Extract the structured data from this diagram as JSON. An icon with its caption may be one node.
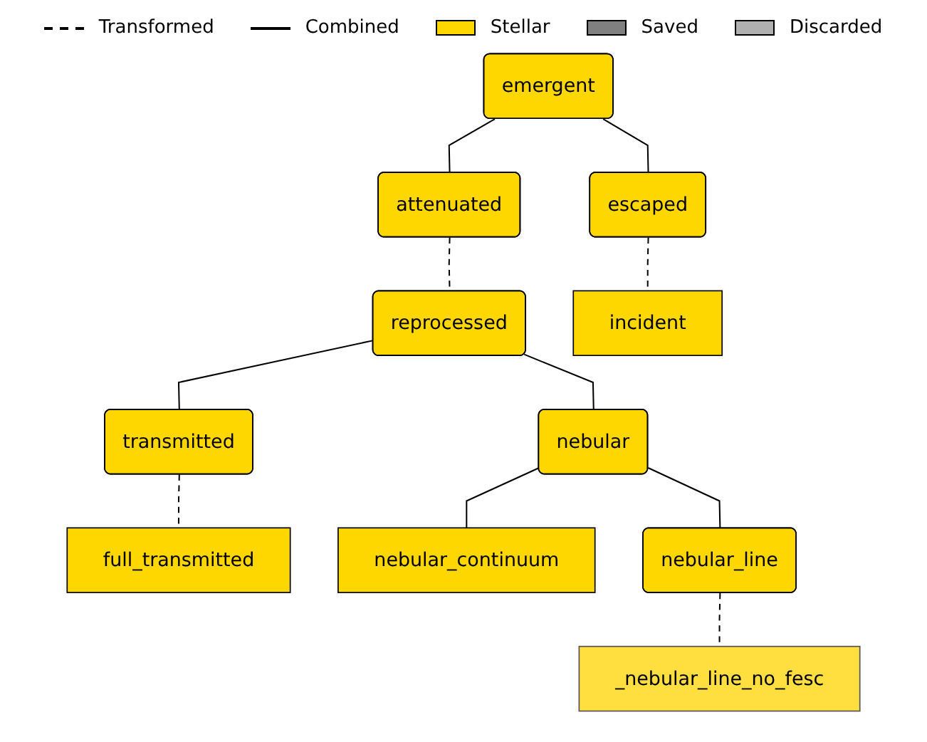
{
  "diagram": {
    "nodes": [
      {
        "text": [
          "emergent"
        ]
      },
      {
        "text": [
          "attenuated"
        ]
      },
      {
        "text": [
          "escaped"
        ]
      },
      {
        "text": [
          "reprocessed"
        ]
      },
      {
        "text": [
          "incident"
        ]
      },
      {
        "text": [
          "transmitted"
        ]
      },
      {
        "text": [
          "nebular"
        ]
      },
      {
        "text": [
          "full_transmitted"
        ]
      },
      {
        "text": [
          "nebular_continuum"
        ]
      },
      {
        "text": [
          "nebular_line"
        ]
      },
      {
        "text": [
          "_nebular_line_no_fesc"
        ]
      }
    ],
    "edges": [
      {
        "from": 0,
        "to": 1,
        "arrow": "none"
      },
      {
        "from": 0,
        "to": 2,
        "arrow": "none"
      },
      {
        "from": 1,
        "to": 3,
        "arrow": "none",
        "style": "dashed"
      },
      {
        "from": 2,
        "to": 4,
        "arrow": "none",
        "style": "dashed"
      },
      {
        "from": 3,
        "to": 5,
        "arrow": "none"
      },
      {
        "from": 3,
        "to": 6,
        "arrow": "none"
      },
      {
        "from": 5,
        "to": 7,
        "arrow": "none",
        "style": "dashed"
      },
      {
        "from": 6,
        "to": 8,
        "arrow": "none"
      },
      {
        "from": 6,
        "to": 9,
        "arrow": "none"
      },
      {
        "from": 9,
        "to": 10,
        "arrow": "none",
        "style": "dashed"
      }
    ],
    "legend": [
      {
        "text": "Transformed"
      },
      {
        "text": "Combined"
      },
      {
        "text": "Stellar",
        "color": "#ffd700"
      },
      {
        "text": "Saved",
        "color": "#808080"
      },
      {
        "text": "Discarded",
        "color": "#b0b0b0"
      }
    ]
  }
}
